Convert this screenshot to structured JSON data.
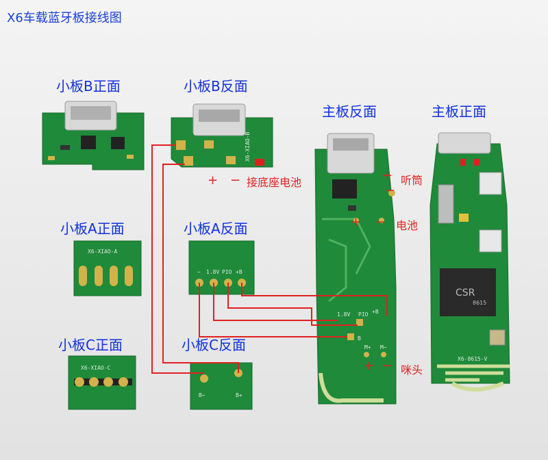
{
  "title": "X6车载蓝牙板接线图",
  "labels": {
    "board_b_front": "小板B正面",
    "board_b_back": "小板B反面",
    "main_back": "主板反面",
    "main_front": "主板正面",
    "board_a_front": "小板A正面",
    "board_a_back": "小板A反面",
    "board_c_front": "小板C正面",
    "board_c_back": "小板C反面"
  },
  "annotations": {
    "base_battery": "接底座电池",
    "earpiece": "听筒",
    "battery": "电池",
    "mic": "咪头",
    "plus": "+",
    "minus": "−"
  },
  "silkscreen": {
    "xiao_b": "X6-XIAO-B",
    "xiao_a": "X6-XIAO-A",
    "xiao_c": "X6-XIAO-C",
    "pad_minus": "−",
    "pad_18v": "1.8V",
    "pad_pio": "PIO",
    "pad_plus_b": "+B",
    "pad_b": "B",
    "pad_b_minus": "B−",
    "pad_b_plus": "B+",
    "pad_mplus": "M+",
    "pad_mminus": "M−",
    "chip_text": "CSR",
    "chip_code": "8615",
    "model": "X6-8615-V"
  },
  "colors": {
    "title": "#1a3fd6",
    "label": "#1030e0",
    "wire": "#e02020",
    "pcb": "#1f8a3a"
  }
}
